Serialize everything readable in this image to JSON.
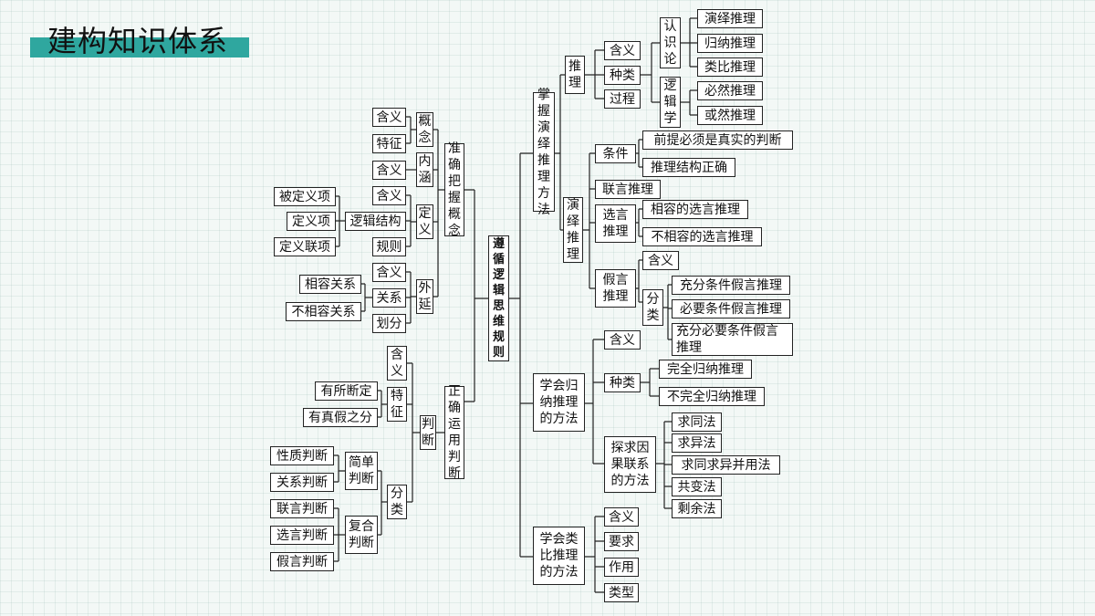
{
  "title": "建构知识体系",
  "root": "遵循逻辑思维规则",
  "left": {
    "concept": {
      "label": "准确把握概念",
      "gainian": {
        "label": "概念",
        "items": [
          "含义",
          "特征"
        ]
      },
      "neihan": {
        "label": "内涵",
        "items": [
          "含义"
        ]
      },
      "dingyi": {
        "label": "定义",
        "items": [
          "含义",
          "逻辑结构",
          "规则"
        ],
        "structure": [
          "被定义项",
          "定义项",
          "定义联项"
        ]
      },
      "waiyan": {
        "label": "外延",
        "items": [
          "含义",
          "关系",
          "划分"
        ],
        "relations": [
          "相容关系",
          "不相容关系"
        ]
      }
    },
    "judgment": {
      "label": "正确运用判断",
      "panduan": "判断",
      "hanyi": "含义",
      "tezheng": {
        "label": "特征",
        "items": [
          "有所断定",
          "有真假之分"
        ]
      },
      "fenlei": "分类",
      "jiandan": {
        "label": "简单判断",
        "items": [
          "性质判断",
          "关系判断"
        ]
      },
      "fuhe": {
        "label": "复合判断",
        "items": [
          "联言判断",
          "选言判断",
          "假言判断"
        ]
      }
    }
  },
  "right": {
    "deduction": {
      "label": "掌握演绎推理方法",
      "tuili": "推理",
      "tuili_items": [
        "含义",
        "种类",
        "过程"
      ],
      "renshilun": {
        "label": "认识论",
        "items": [
          "演绎推理",
          "归纳推理",
          "类比推理"
        ]
      },
      "luojixue": {
        "label": "逻辑学",
        "items": [
          "必然推理",
          "或然推理"
        ]
      },
      "yanyi": "演绎推理",
      "tiaojian": {
        "label": "条件",
        "items": [
          "前提必须是真实的判断",
          "推理结构正确"
        ]
      },
      "lianyan": "联言推理",
      "xuanyan": {
        "label": "选言推理",
        "items": [
          "相容的选言推理",
          "不相容的选言推理"
        ]
      },
      "jiayan": {
        "label": "假言推理",
        "hanyi": "含义",
        "fenlei": "分类",
        "items": [
          "充分条件假言推理",
          "必要条件假言推理",
          "充分必要条件假言推理"
        ]
      }
    },
    "induction": {
      "label": "学会归纳推理的方法",
      "hanyi": "含义",
      "zhonglei": {
        "label": "种类",
        "items": [
          "完全归纳推理",
          "不完全归纳推理"
        ]
      },
      "tanqiu": {
        "label": "探求因果联系的方法",
        "items": [
          "求同法",
          "求异法",
          "求同求异并用法",
          "共变法",
          "剩余法"
        ]
      }
    },
    "analogy": {
      "label": "学会类比推理的方法",
      "items": [
        "含义",
        "要求",
        "作用",
        "类型"
      ]
    }
  }
}
